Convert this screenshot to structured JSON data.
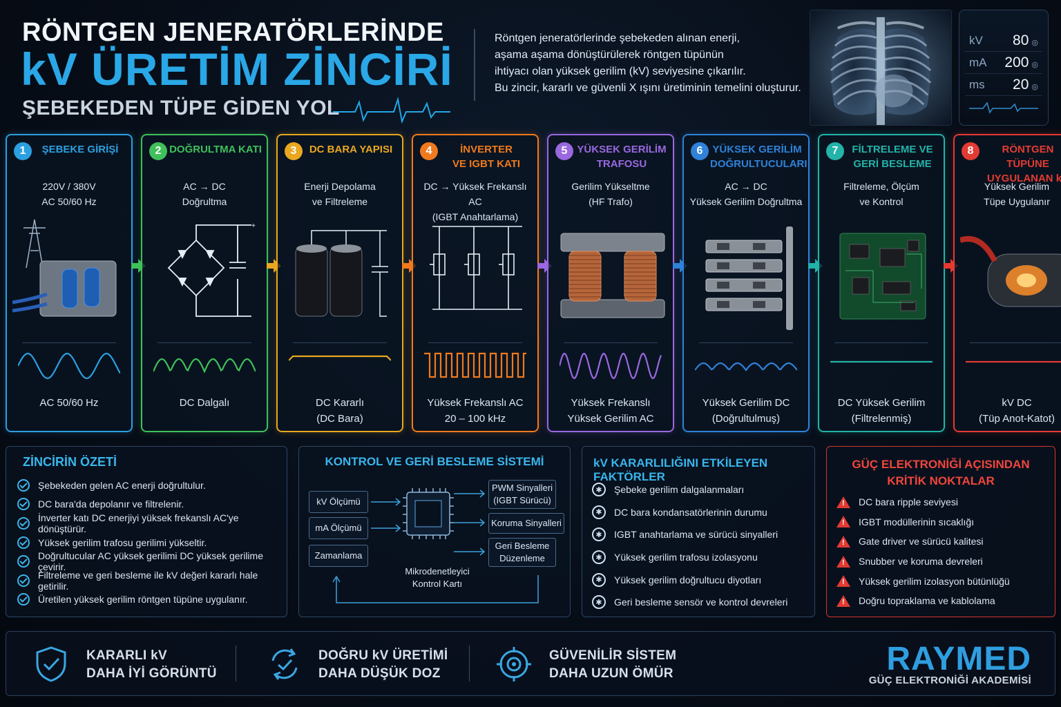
{
  "header": {
    "title_line1": "RÖNTGEN JENERATÖRLERİNDE",
    "title_line2": "kV ÜRETİM ZİNCİRİ",
    "title_line3": "ŞEBEKEDEN TÜPE GİDEN YOL",
    "intro": [
      "Röntgen jeneratörlerinde şebekeden alınan enerji,",
      "aşama aşama dönüştürülerek röntgen tüpünün",
      "ihtiyacı olan yüksek gerilim (kV) seviyesine çıkarılır.",
      "Bu zincir, kararlı ve güvenli X ışını üretiminin temelini oluşturur."
    ]
  },
  "monitor": {
    "rows": [
      {
        "label": "kV",
        "value": "80"
      },
      {
        "label": "mA",
        "value": "200"
      },
      {
        "label": "ms",
        "value": "20"
      }
    ]
  },
  "stages": [
    {
      "num": "1",
      "title": "ŞEBEKE GİRİŞİ",
      "sub": "220V / 380V\nAC 50/60 Hz",
      "bottom": "AC 50/60 Hz",
      "color": "#2c9fe0",
      "icon": "power-tower-icon"
    },
    {
      "num": "2",
      "title": "DOĞRULTMA KATI",
      "sub": "AC → DC\nDoğrultma",
      "bottom": "DC Dalgalı",
      "color": "#3fc05a",
      "icon": "diode-bridge-icon"
    },
    {
      "num": "3",
      "title": "DC BARA YAPISI",
      "sub": "Enerji Depolama\nve Filtreleme",
      "bottom": "DC Kararlı\n(DC Bara)",
      "color": "#e9a720",
      "icon": "capacitor-icon"
    },
    {
      "num": "4",
      "title": "İNVERTER\nVE IGBT KATI",
      "sub": "DC → Yüksek Frekanslı AC\n(IGBT Anahtarlama)",
      "bottom": "Yüksek Frekanslı AC\n20 – 100 kHz",
      "color": "#f07a1d",
      "icon": "igbt-icon"
    },
    {
      "num": "5",
      "title": "YÜKSEK GERİLİM\nTRAFOSU",
      "sub": "Gerilim Yükseltme\n(HF Trafo)",
      "bottom": "Yüksek Frekanslı\nYüksek Gerilim AC",
      "color": "#9a68e0",
      "icon": "transformer-icon"
    },
    {
      "num": "6",
      "title": "YÜKSEK GERİLİM\nDOĞRULTUCULARI",
      "sub": "AC → DC\nYüksek Gerilim Doğrultma",
      "bottom": "Yüksek Gerilim DC\n(Doğrultulmuş)",
      "color": "#2f82d8",
      "icon": "hv-rectifier-icon"
    },
    {
      "num": "7",
      "title": "FİLTRELEME VE\nGERİ BESLEME",
      "sub": "Filtreleme, Ölçüm\nve Kontrol",
      "bottom": "DC Yüksek Gerilim\n(Filtrelenmiş)",
      "color": "#23b3a8",
      "icon": "pcb-icon"
    },
    {
      "num": "8",
      "title": "RÖNTGEN TÜPÜNE\nUYGULANAN kV",
      "sub": "Yüksek Gerilim\nTüpe Uygulanır",
      "bottom": "kV DC\n(Tüp Anot-Katot)",
      "color": "#e33b33",
      "icon": "xray-tube-icon"
    }
  ],
  "summary": {
    "title": "ZİNCİRİN ÖZETİ",
    "items": [
      "Şebekeden gelen AC enerji doğrultulur.",
      "DC bara'da depolanır ve filtrelenir.",
      "İnverter katı DC enerjiyi yüksek frekanslı AC'ye dönüştürür.",
      "Yüksek gerilim trafosu gerilimi yükseltir.",
      "Doğrultucular AC yüksek gerilimi DC yüksek gerilime çevirir.",
      "Filtreleme ve geri besleme ile kV değeri kararlı hale getirilir.",
      "Üretilen yüksek gerilim röntgen tüpüne uygulanır."
    ]
  },
  "control": {
    "title": "KONTROL VE GERİ BESLEME SİSTEMİ",
    "inputs": [
      "kV Ölçümü",
      "mA Ölçümü",
      "Zamanlama"
    ],
    "outputs": [
      "PWM Sinyalleri\n(IGBT Sürücü)",
      "Koruma Sinyalleri",
      "Geri Besleme\nDüzenleme"
    ],
    "mcu_label": "Mikrodenetleyici\nKontrol Kartı"
  },
  "factors": {
    "title": "kV KARARLILIĞINI ETKİLEYEN FAKTÖRLER",
    "items": [
      "Şebeke gerilim dalgalanmaları",
      "DC bara kondansatörlerinin durumu",
      "IGBT anahtarlama ve sürücü sinyalleri",
      "Yüksek gerilim trafosu izolasyonu",
      "Yüksek gerilim doğrultucu diyotları",
      "Geri besleme sensör ve kontrol devreleri"
    ]
  },
  "critical": {
    "title": "GÜÇ ELEKTRONİĞİ AÇISINDAN\nKRİTİK NOKTALAR",
    "items": [
      "DC bara ripple seviyesi",
      "IGBT modüllerinin sıcaklığı",
      "Gate driver ve sürücü kalitesi",
      "Snubber ve koruma devreleri",
      "Yüksek gerilim izolasyon bütünlüğü",
      "Doğru topraklama ve kablolama"
    ]
  },
  "footer": {
    "items": [
      {
        "line1": "KARARLI kV",
        "line2": "DAHA İYİ GÖRÜNTÜ",
        "icon": "shield-check-icon"
      },
      {
        "line1": "DOĞRU kV ÜRETİMİ",
        "line2": "DAHA DÜŞÜK DOZ",
        "icon": "cycle-check-icon"
      },
      {
        "line1": "GÜVENİLİR SİSTEM",
        "line2": "DAHA UZUN ÖMÜR",
        "icon": "target-icon"
      }
    ],
    "brand": "RAYMED",
    "brand_sub": "GÜÇ ELEKTRONİĞİ AKADEMİSİ"
  },
  "colors": {
    "accent": "#2aa7e6",
    "background": "#070d17",
    "warning": "#e23a32"
  }
}
